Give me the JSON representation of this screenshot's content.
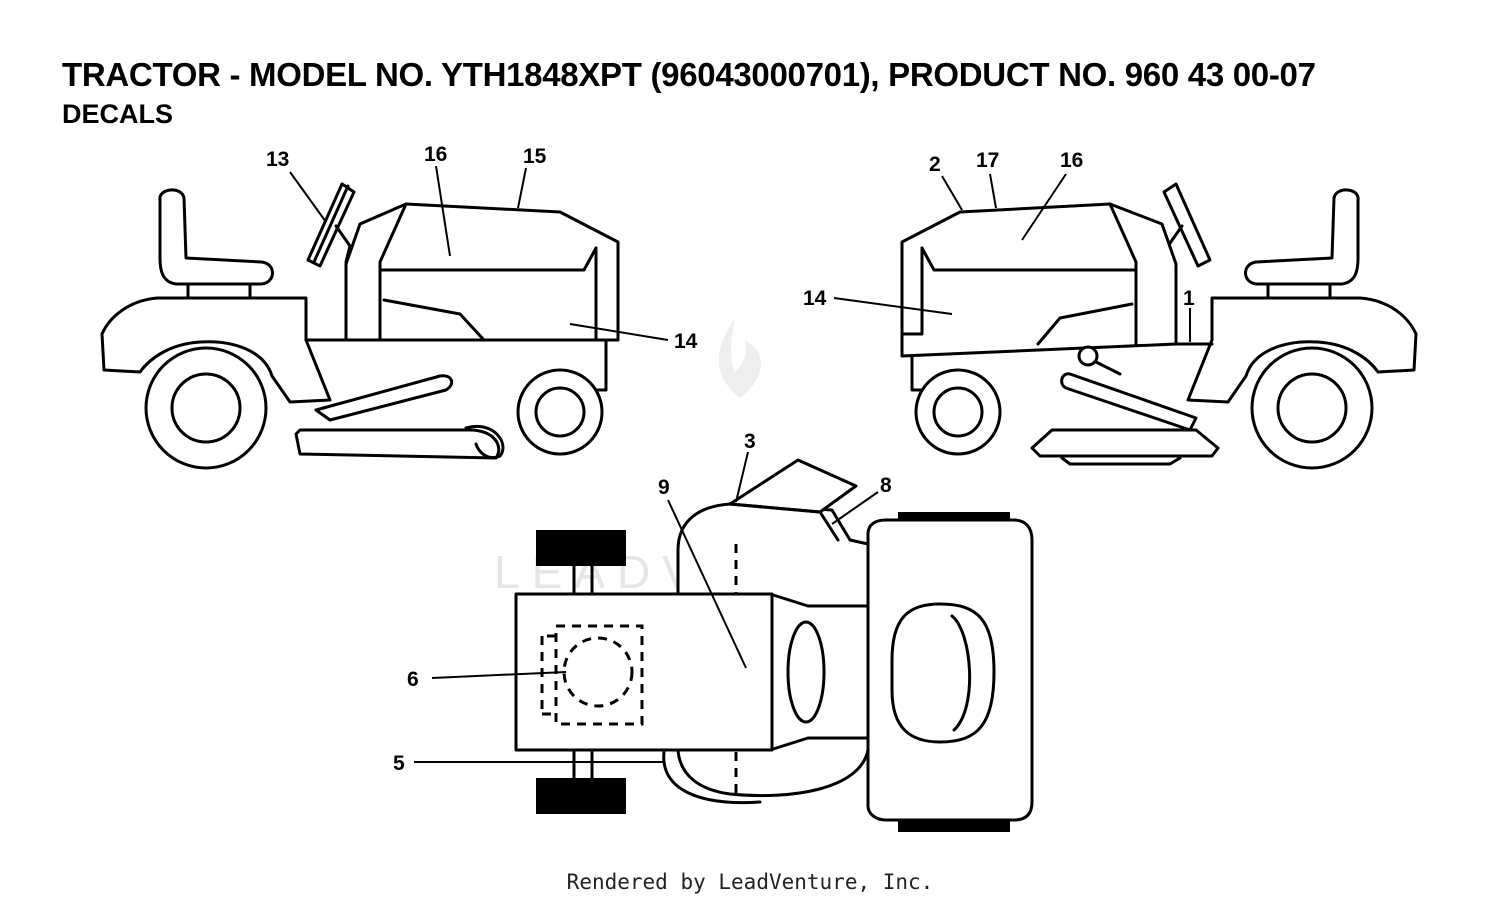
{
  "header": {
    "title": "TRACTOR - MODEL NO. YTH1848XPT (96043000701), PRODUCT NO. 960 43 00-07",
    "subtitle": "DECALS"
  },
  "watermark": {
    "text": "LEADVENTURE",
    "color": "#e6e6e6"
  },
  "callouts": {
    "c13": "13",
    "c16a": "16",
    "c15": "15",
    "c14a": "14",
    "c2": "2",
    "c17": "17",
    "c16b": "16",
    "c14b": "14",
    "c1": "1",
    "c3": "3",
    "c8": "8",
    "c9": "9",
    "c6": "6",
    "c5": "5"
  },
  "footer": {
    "text": "Rendered by LeadVenture, Inc."
  }
}
